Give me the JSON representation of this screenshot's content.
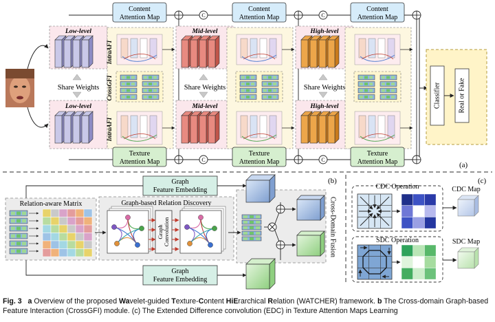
{
  "panel_a": {
    "tag": "(a)",
    "levels": [
      "Low-level",
      "Mid-level",
      "High-level"
    ],
    "share_weights": "Share Weights",
    "content_attention_map": [
      "Content",
      "Attention Map"
    ],
    "texture_attention_map": [
      "Texture",
      "Attention Map"
    ],
    "intra_afi": "IntraAFI",
    "cross_gfi": "CrossGFI",
    "concat_symbol": "C",
    "classifier": "Classifier",
    "real_or_fake": "Real or Fake"
  },
  "panel_b": {
    "tag": "(b)",
    "graph_feature_embedding": [
      "Graph",
      "Feature Embedding"
    ],
    "relation_matrix": "Relation-aware Matrix",
    "relation_discovery": "Graph-based Relation Discovery",
    "graph_convolution": [
      "Graph",
      "Convolution"
    ],
    "cross_domain_fusion": "Cross-Domain Fusion"
  },
  "panel_c": {
    "tag": "(c)",
    "cdc_operation": "CDC Operation",
    "cdc_map": "CDC Map",
    "sdc_operation": "SDC Operation",
    "sdc_map": "SDC Map"
  },
  "caption": {
    "fig_label": "Fig. 3",
    "a_label": "a",
    "a_text_1": "Overview of the proposed ",
    "wa": "Wa",
    "a_text_2": "velet-guided ",
    "t": "T",
    "a_text_3": "exture-",
    "c": "C",
    "a_text_4": "ontent ",
    "hie": "HiE",
    "a_text_5": "rarchical ",
    "r": "R",
    "a_text_6": "elation (WATCHER) framework.",
    "b_label": "b",
    "b_text": "The Cross-domain Graph-based Feature Interaction (CrossGFI) module. (c) The Extended Difference convolution (EDC) in Texture Attention Maps Learning"
  },
  "colors": {
    "low_block": "#c9c8e8",
    "mid_block": "#e88a80",
    "high_block": "#eda64a",
    "content_map": "#d6ecfa",
    "texture_map": "#d6efcf",
    "classifier_bg": "#fff4c8",
    "level_bg": "#fbe7ec"
  }
}
